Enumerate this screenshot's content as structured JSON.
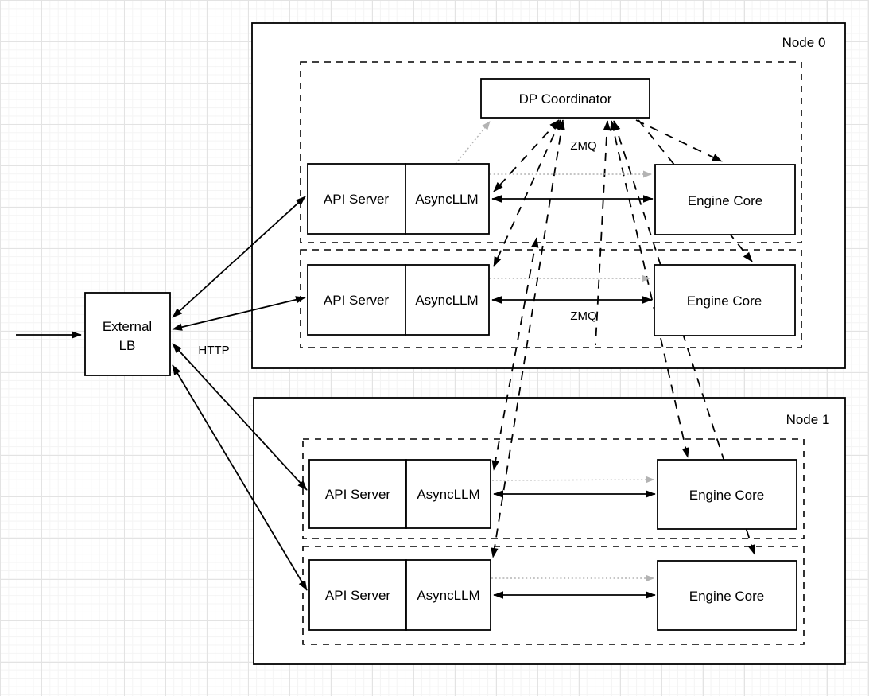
{
  "diagram": {
    "nodes": [
      {
        "label": "Node 0"
      },
      {
        "label": "Node 1"
      }
    ],
    "external_lb": {
      "line1": "External",
      "line2": "LB"
    },
    "dp_coordinator": {
      "label": "DP Coordinator"
    },
    "rows": [
      {
        "node": "Node 0",
        "api_server": "API Server",
        "asyncllm": "AsyncLLM",
        "engine_core": "Engine Core"
      },
      {
        "node": "Node 0",
        "api_server": "API Server",
        "asyncllm": "AsyncLLM",
        "engine_core": "Engine Core"
      },
      {
        "node": "Node 1",
        "api_server": "API Server",
        "asyncllm": "AsyncLLM",
        "engine_core": "Engine Core"
      },
      {
        "node": "Node 1",
        "api_server": "API Server",
        "asyncllm": "AsyncLLM",
        "engine_core": "Engine Core"
      }
    ],
    "edge_labels": {
      "http": "HTTP",
      "zmq_coordinator": "ZMQ",
      "zmq_engine": "ZMQ"
    },
    "colors": {
      "line": "#000000",
      "secondary_arrow": "#b3b3b3",
      "box_fill": "#ffffff"
    }
  }
}
